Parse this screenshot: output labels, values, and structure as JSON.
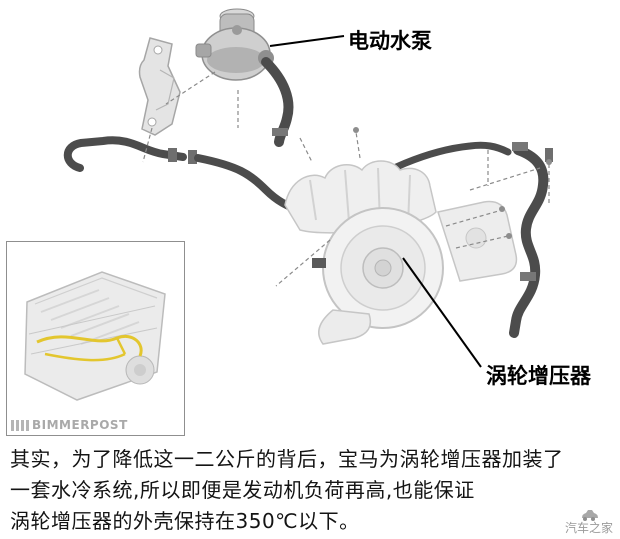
{
  "diagram": {
    "labels": {
      "pump": "电动水泵",
      "turbo": "涡轮增压器"
    },
    "inset": {
      "watermark": "BIMMERPOST"
    }
  },
  "caption": {
    "lines": [
      "其实，为了降低这一二公斤的背后，宝马为涡轮增压器加装了",
      "一套水冷系统,所以即便是发动机负荷再高,也能保证",
      "涡轮增压器的外壳保持在350℃以下。"
    ]
  },
  "watermark": {
    "brand": "汽车之家"
  }
}
